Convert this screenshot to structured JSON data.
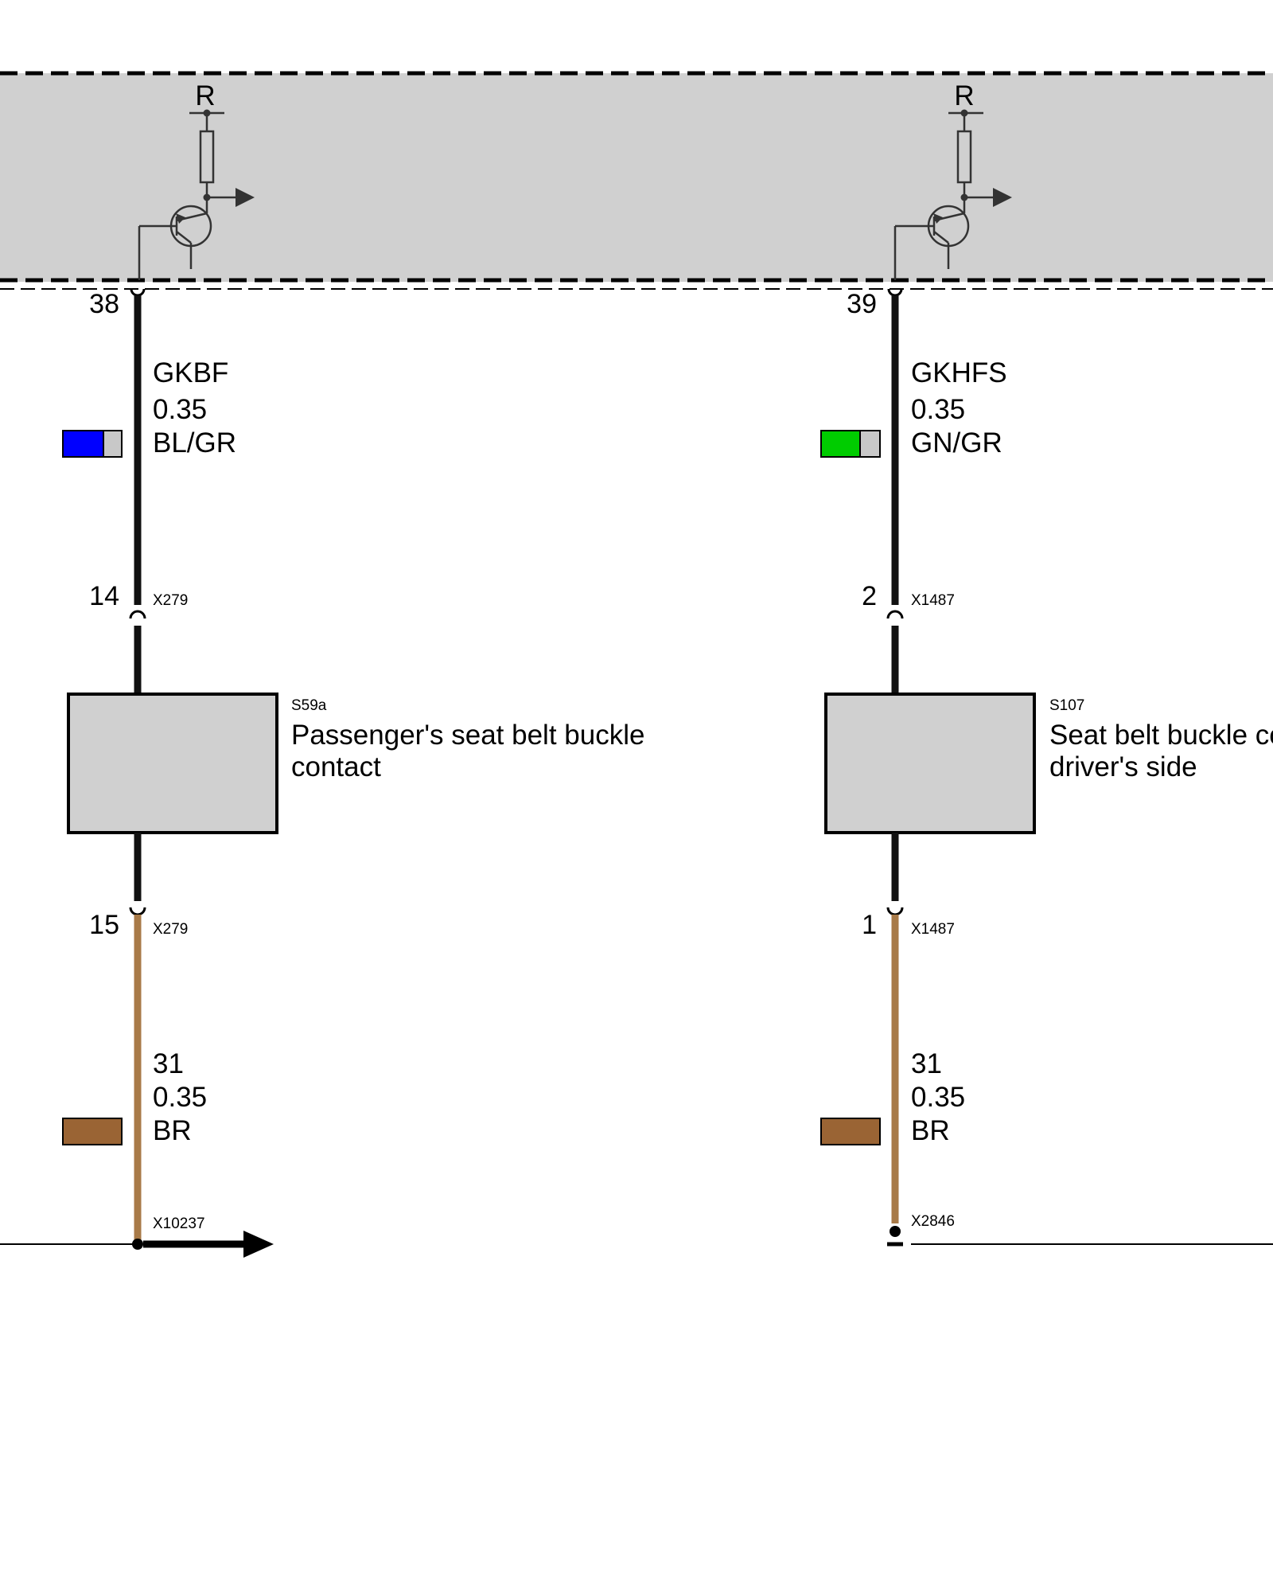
{
  "control_unit": {
    "fill": "#d0d0d0",
    "channels": [
      {
        "resistor_label": "R",
        "pin": "38"
      },
      {
        "resistor_label": "R",
        "pin": "39"
      }
    ]
  },
  "circuits": [
    {
      "signal_wire": {
        "name": "GKBF",
        "size": "0.35",
        "color_code": "BL/GR",
        "colors": [
          "#0000ff",
          "#c8c8c8"
        ]
      },
      "upper_connector": {
        "pin": "14",
        "name": "X279"
      },
      "component": {
        "id": "S59a",
        "label_line1": "Passenger's seat belt buckle",
        "label_line2": "contact",
        "fill": "#d0d0d0"
      },
      "lower_connector": {
        "pin": "15",
        "name": "X279"
      },
      "ground_wire": {
        "name": "31",
        "size": "0.35",
        "color_code": "BR",
        "colors": [
          "#9a6434"
        ]
      },
      "ground_point": {
        "name": "X10237"
      }
    },
    {
      "signal_wire": {
        "name": "GKHFS",
        "size": "0.35",
        "color_code": "GN/GR",
        "colors": [
          "#00cc00",
          "#c8c8c8"
        ]
      },
      "upper_connector": {
        "pin": "2",
        "name": "X1487"
      },
      "component": {
        "id": "S107",
        "label_line1": "Seat belt buckle co",
        "label_line2": "driver's side",
        "fill": "#d0d0d0"
      },
      "lower_connector": {
        "pin": "1",
        "name": "X1487"
      },
      "ground_wire": {
        "name": "31",
        "size": "0.35",
        "color_code": "BR",
        "colors": [
          "#9a6434"
        ]
      },
      "ground_point": {
        "name": "X2846"
      }
    }
  ],
  "colors": {
    "signal_wire": "#111111",
    "ground_wire": "#a87a48",
    "symbol_stroke": "#333333"
  }
}
